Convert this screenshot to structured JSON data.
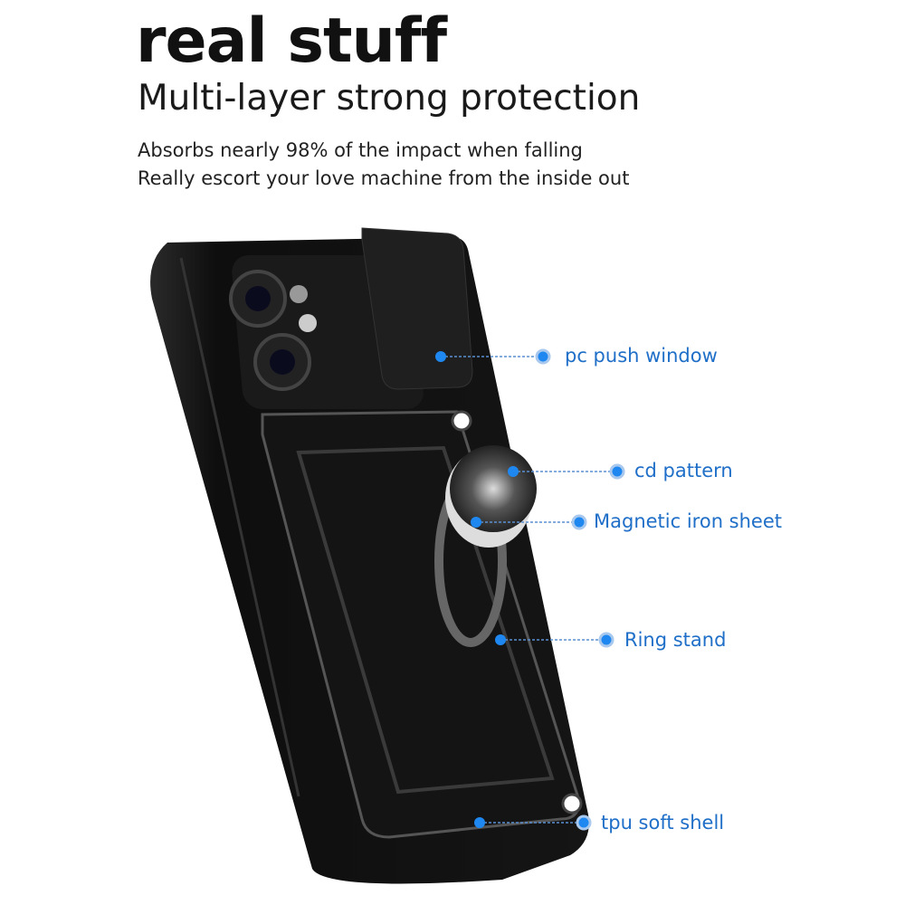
{
  "heading": "real stuff",
  "subheading": "Multi-layer strong protection",
  "description": [
    "Absorbs nearly 98% of the impact when falling",
    "Really escort your love machine from the inside out"
  ],
  "callouts": [
    {
      "label": "pc push window"
    },
    {
      "label": "cd pattern"
    },
    {
      "label": "Magnetic iron sheet"
    },
    {
      "label": "Ring stand"
    },
    {
      "label": "tpu soft shell"
    }
  ],
  "colors": {
    "label": "#1f6fc8",
    "dot": "#1e88f0",
    "case": "#111111"
  }
}
